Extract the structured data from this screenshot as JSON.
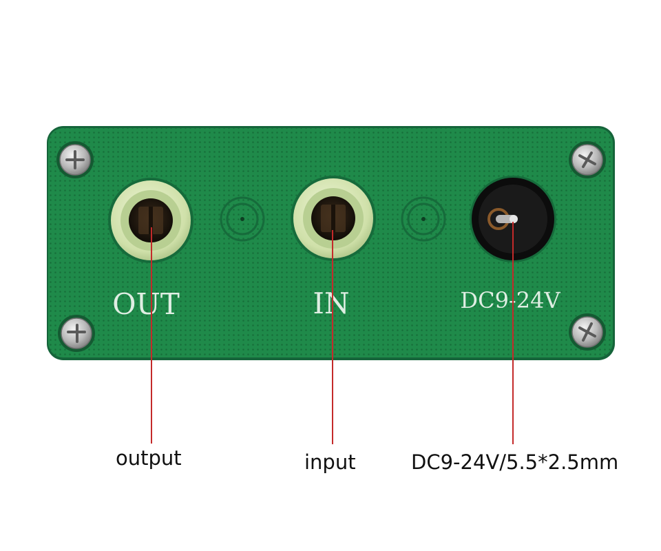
{
  "panel": {
    "silkscreen": {
      "out": "OUT",
      "in": "IN",
      "power": "DC9-24V"
    }
  },
  "callouts": {
    "output": "output",
    "input": "input",
    "power": "DC9-24V/5.5*2.5mm"
  },
  "colors": {
    "board": "#1f8a4a",
    "jack_ring": "#d6e6b4",
    "leader": "#c42a2a",
    "silkscreen": "#dfeee3"
  }
}
